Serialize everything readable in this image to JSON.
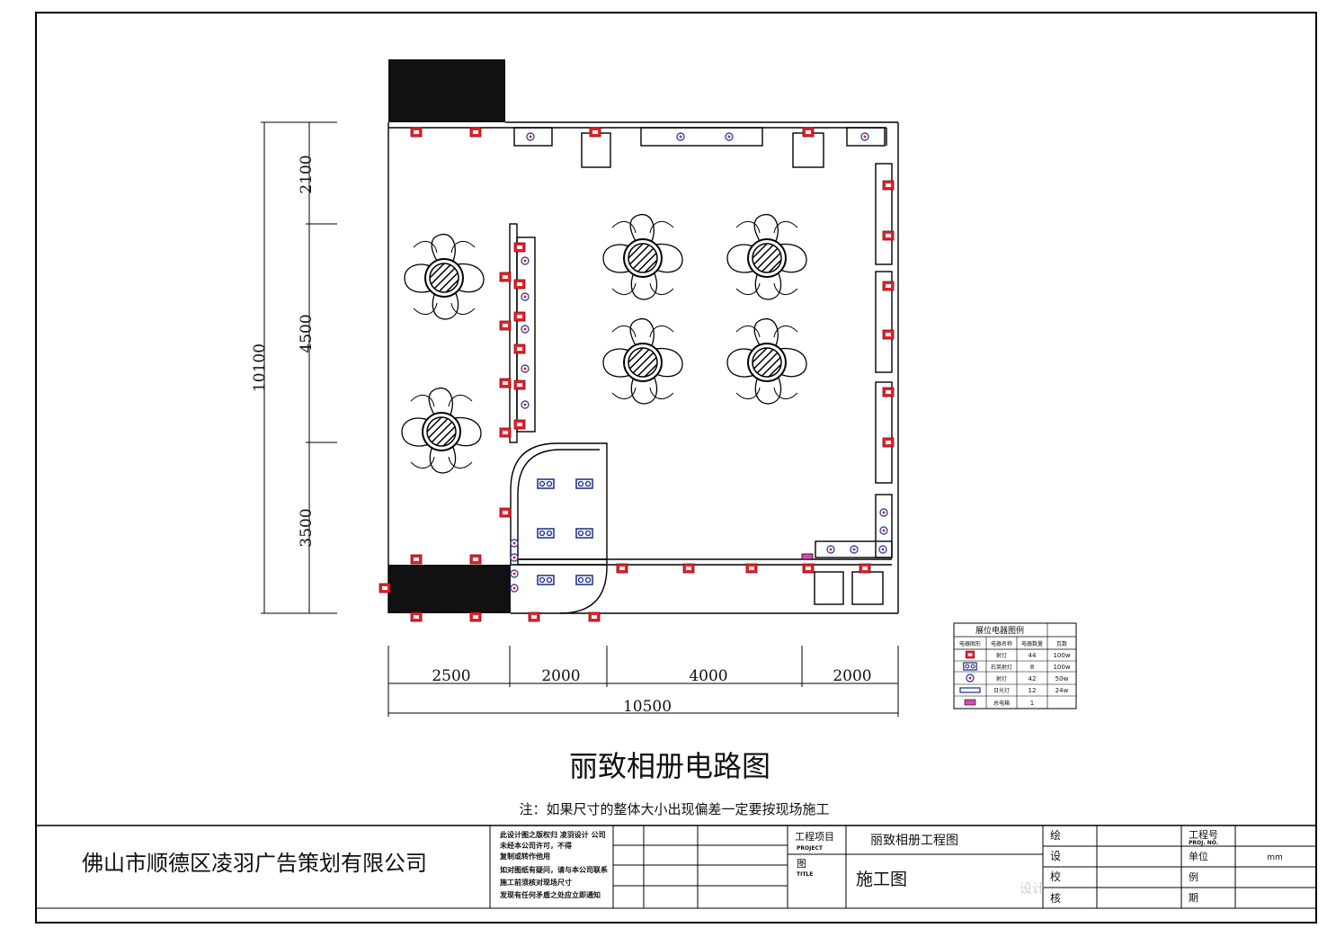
{
  "drawing": {
    "title": "丽致相册电路图",
    "note": "注：如果尺寸的整体大小出现偏差一定要按现场施工"
  },
  "dimensions": {
    "left": [
      "2100",
      "4500",
      "3500"
    ],
    "left_total": "10100",
    "bottom": [
      "2500",
      "2000",
      "4000",
      "2000"
    ],
    "bottom_total": "10500"
  },
  "legend": {
    "title": "展位电器图例",
    "headers": [
      "电器图形",
      "电器名称",
      "电器数量",
      "瓦数"
    ],
    "rows": [
      {
        "name": "射灯",
        "qty": "44",
        "watt": "100w"
      },
      {
        "name": "石英射灯",
        "qty": "8",
        "watt": "100w"
      },
      {
        "name": "射灯",
        "qty": "42",
        "watt": "50w"
      },
      {
        "name": "日光灯",
        "qty": "12",
        "watt": "24w"
      },
      {
        "name": "总电箱",
        "qty": "1",
        "watt": ""
      }
    ]
  },
  "title_block": {
    "company": "佛山市顺德区凌羽广告策划有限公司",
    "notice_lines": [
      "此设计图之版权归 凌羽设计 公司",
      "未经本公司许可，不得",
      "复制或转作他用",
      "如对图纸有疑问，请与本公司联系",
      "施工前须核对现场尺寸",
      "发现有任何矛盾之处应立即通知"
    ],
    "project_label": "工程项目",
    "project_label_en": "PROJECT",
    "project_name": "丽致相册工程图",
    "drawing_label": "图",
    "drawing_label_en": "TITLE",
    "drawing_name": "施工图",
    "field_draw": "绘",
    "field_check": "设",
    "field_review": "校",
    "field_approve": "核",
    "project_no_label": "工程号",
    "project_no_en": "PROJ. NO.",
    "unit_label": "单位",
    "unit_value": "mm",
    "scale_label": "例",
    "date_label": "期",
    "stamp_text": "设计"
  },
  "colors": {
    "outlet_red": "#e8202a",
    "lamp_blue": "#3a46a8",
    "black_block": "#111111"
  }
}
